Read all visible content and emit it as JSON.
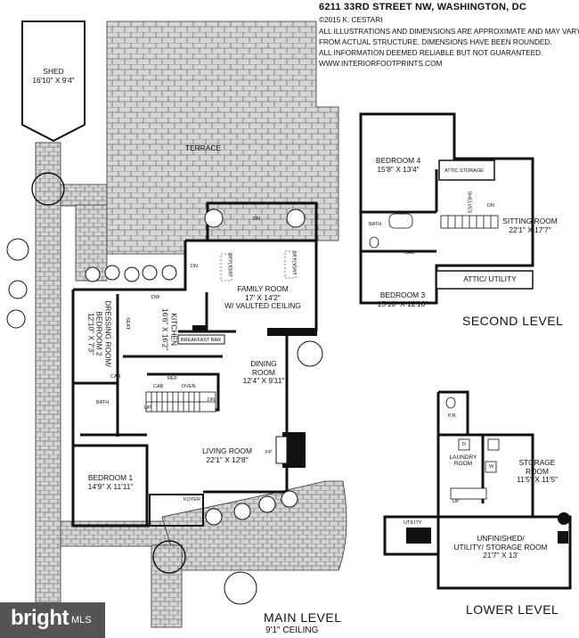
{
  "header": {
    "address": "6211 33RD STREET NW, WASHINGTON, DC",
    "lines": [
      "©2015 K. CESTARI",
      "ALL ILLUSTRATIONS AND DIMENSIONS ARE APPROXIMATE AND MAY VARY",
      "FROM ACTUAL STRUCTURE. DIMENSIONS HAVE BEEN ROUNDED.",
      "ALL INFORMATION DEEMED RELIABLE BUT NOT GUARANTEED.",
      "WWW.INTERIORFOOTPRINTS.COM"
    ]
  },
  "main_level": {
    "title": "MAIN LEVEL",
    "ceiling": "9'1\" CEILING",
    "rooms": {
      "shed": {
        "name": "SHED",
        "dims": "16'10\" X 9'4\""
      },
      "terrace": {
        "name": "TERRACE"
      },
      "family": {
        "name": "FAMILY ROOM",
        "dims": "17' X 14'2\"",
        "note": "W/ VAULTED CEILING"
      },
      "kitchen": {
        "name": "KITCHEN",
        "dims": "16'6\" X 16'2\""
      },
      "dressing": {
        "name": "DRESSING ROOM/",
        "name2": "BEDROOM 2",
        "dims": "12'10\" X 7'3\""
      },
      "dining": {
        "name": "DINING",
        "name2": "ROOM",
        "dims": "12'4\" X 9'11\""
      },
      "living": {
        "name": "LIVING ROOM",
        "dims": "22'1\" X 12'8\""
      },
      "bedroom1": {
        "name": "BEDROOM 1",
        "dims": "14'9\" X 11'11\""
      }
    },
    "tags": {
      "breakfast_bar": "BREAKFAST BAR",
      "dn": "DN",
      "dw": "DW",
      "skylight": "SKYLIGHT",
      "seat": "SEAT",
      "cab": "CAB",
      "ref": "REF",
      "oven": "OVEN",
      "up": "UP",
      "bath": "BATH",
      "foyer": "FOYER",
      "fp": "FP"
    }
  },
  "second_level": {
    "title": "SECOND LEVEL",
    "rooms": {
      "bedroom4": {
        "name": "BEDROOM 4",
        "dims": "15'8\" X 13'4\""
      },
      "attic_storage": {
        "name": "ATTIC STORAGE"
      },
      "sitting": {
        "name": "SITTING ROOM",
        "dims": "22'1\" X 17'7\""
      },
      "bedroom3": {
        "name": "BEDROOM 3",
        "dims": "15'10\" X 12'10\""
      },
      "attic_utility": {
        "name": "ATTIC/ UTILITY"
      }
    },
    "tags": {
      "bath": "BATH",
      "cab": "CAB",
      "shelves": "SHELVES",
      "dn": "DN"
    }
  },
  "lower_level": {
    "title": "LOWER LEVEL",
    "rooms": {
      "laundry": {
        "name": "LAUNDRY",
        "name2": "ROOM"
      },
      "storage": {
        "name": "STORAGE",
        "name2": "ROOM",
        "dims": "11'5\" X 11'5\""
      },
      "unfinished": {
        "name": "UNFINISHED/",
        "name2": "UTILITY/ STORAGE ROOM",
        "dims": "21'7\" X 13'"
      },
      "utility": {
        "name": "UTILITY"
      }
    },
    "tags": {
      "pr": "P.R.",
      "d": "D",
      "w": "W",
      "up": "UP"
    }
  },
  "badge": {
    "brand": "bright",
    "suffix": "MLS"
  }
}
